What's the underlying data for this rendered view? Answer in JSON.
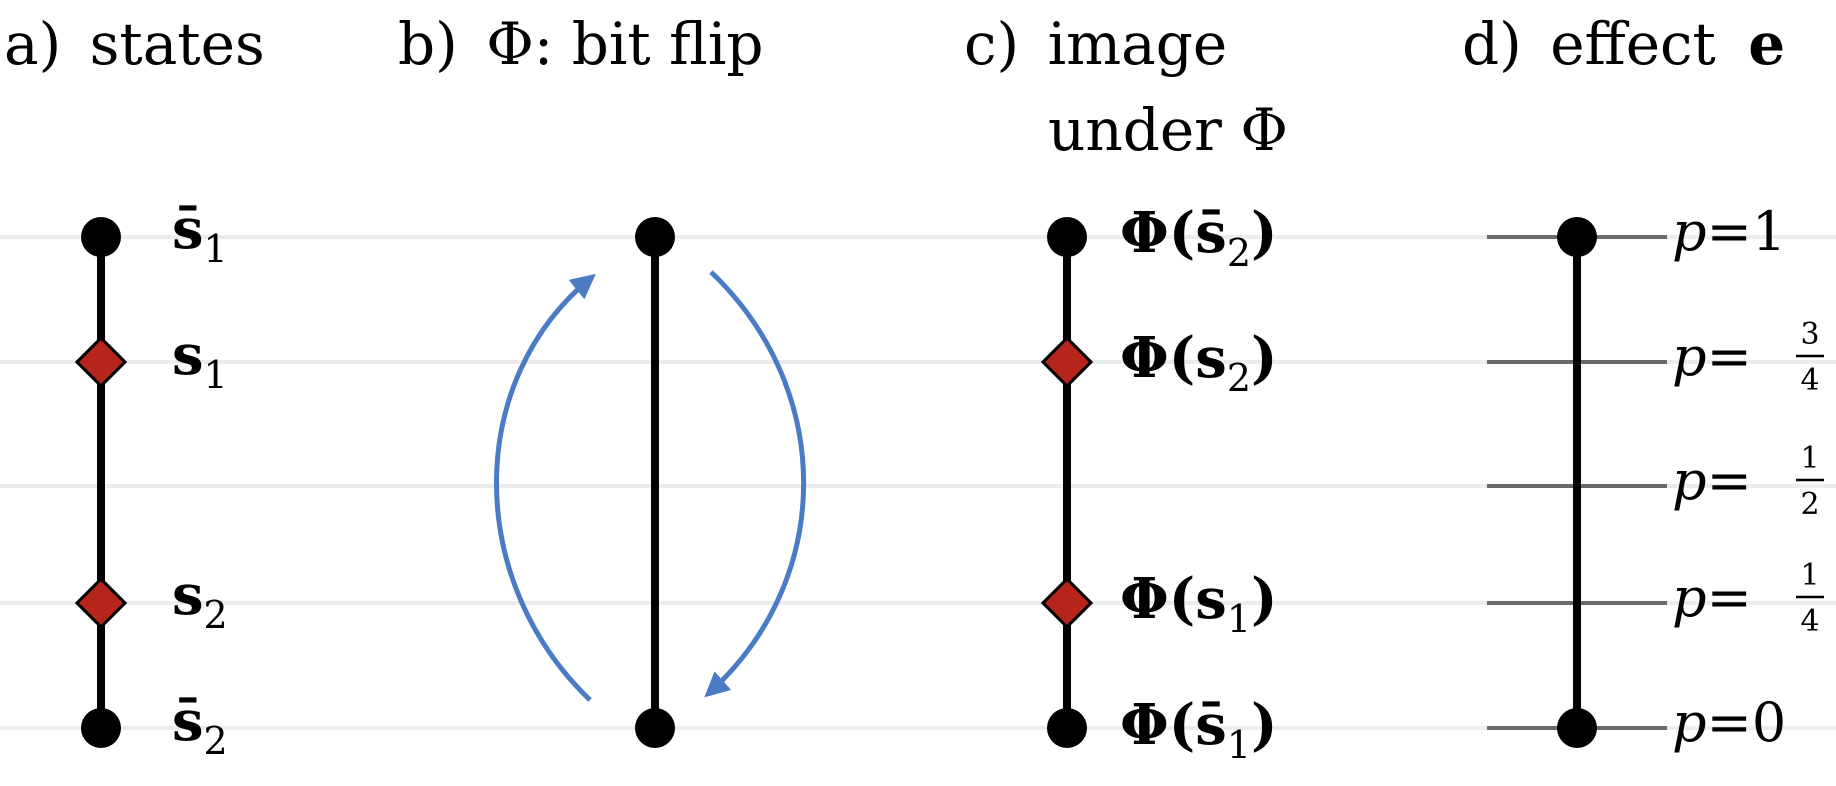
{
  "colors": {
    "guide_line": "#ececec",
    "line": "#000000",
    "pure_state": "#000000",
    "mixed_state": "#b5251b",
    "arrow": "#4a7bc4",
    "effect_tick": "#6a6a6a"
  },
  "panels": {
    "a": {
      "tag": "a)",
      "title": "states",
      "labels": [
        {
          "sym": "s̄",
          "sub": "1"
        },
        {
          "sym": "s",
          "sub": "1"
        },
        {
          "sym": "s",
          "sub": "2"
        },
        {
          "sym": "s̄",
          "sub": "2"
        }
      ]
    },
    "b": {
      "tag": "b)",
      "title": "Φ: bit flip"
    },
    "c": {
      "tag": "c)",
      "title_line1": "image",
      "title_line2": "under Φ",
      "labels": [
        {
          "pre": "Φ(",
          "sym": "s̄",
          "sub": "2",
          "post": ")"
        },
        {
          "pre": "Φ(",
          "sym": "s",
          "sub": "2",
          "post": ")"
        },
        {
          "pre": "Φ(",
          "sym": "s",
          "sub": "1",
          "post": ")"
        },
        {
          "pre": "Φ(",
          "sym": "s̄",
          "sub": "1",
          "post": ")"
        }
      ]
    },
    "d": {
      "tag": "d)",
      "title": "effect",
      "title_bold": "e",
      "levels": [
        {
          "p": "p",
          "eq": "=",
          "value": "1"
        },
        {
          "p": "p",
          "eq": "=",
          "num": "3",
          "den": "4"
        },
        {
          "p": "p",
          "eq": "=",
          "num": "1",
          "den": "2"
        },
        {
          "p": "p",
          "eq": "=",
          "num": "1",
          "den": "4"
        },
        {
          "p": "p",
          "eq": "=",
          "value": "0"
        }
      ]
    }
  }
}
